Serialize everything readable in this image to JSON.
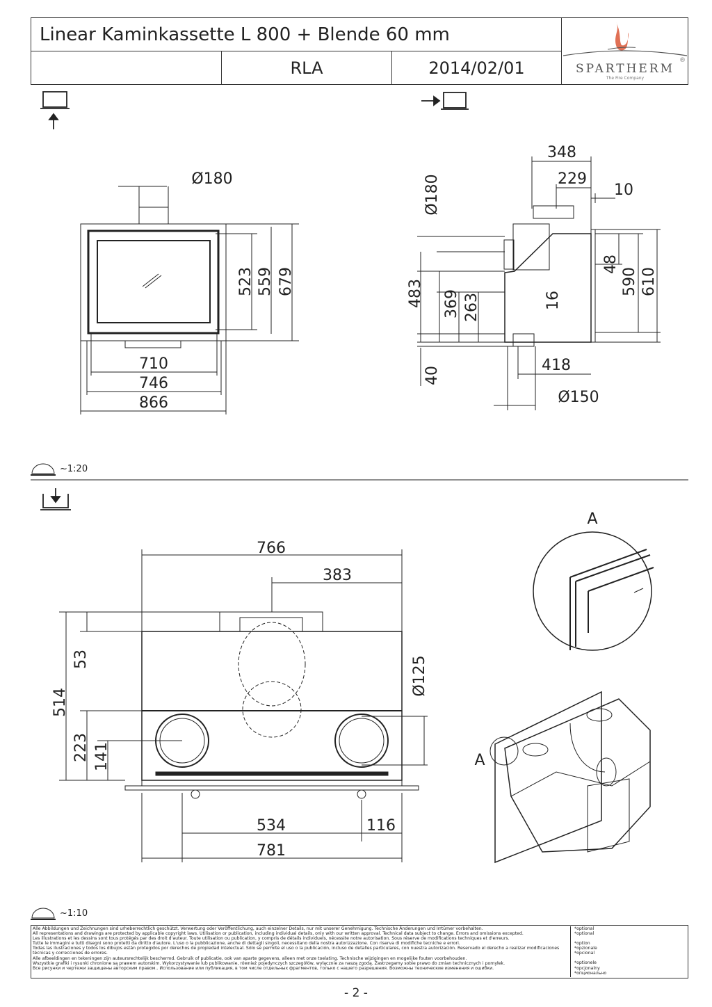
{
  "header": {
    "title": "Linear Kaminkassette L 800 + Blende 60 mm",
    "code": "RLA",
    "date": "2014/02/01"
  },
  "logo": {
    "brand": "SPARTHERM",
    "registered": "®",
    "tagline": "The Fire Company"
  },
  "front_view": {
    "dims": {
      "diameter_top": "Ø180",
      "d523": "523",
      "d559": "559",
      "d679": "679",
      "d710": "710",
      "d746": "746",
      "d866": "866"
    }
  },
  "side_view": {
    "dims": {
      "d348": "348",
      "d229": "229",
      "d10": "10",
      "diameter_top": "Ø180",
      "d48": "48",
      "d590": "590",
      "d610": "610",
      "d483": "483",
      "d369": "369",
      "d263": "263",
      "d16": "16",
      "d40": "40",
      "d418": "418",
      "diameter_bottom": "Ø150"
    }
  },
  "scale_top": "~1:20",
  "top_view": {
    "dims": {
      "d766": "766",
      "d383": "383",
      "d53": "53",
      "d514": "514",
      "d223": "223",
      "d141": "141",
      "diameter": "Ø125",
      "d534": "534",
      "d116": "116",
      "d781": "781"
    }
  },
  "detail": {
    "label": "A",
    "callout": "A"
  },
  "scale_bottom": "~1:10",
  "footer": {
    "legal": [
      "Alle Abbildungen und Zeichnungen sind urheberrechtlich geschützt. Verwertung oder Veröffentlichung, auch einzelner Details, nur mit unserer Genehmigung. Technische Änderungen und Irrtümer vorbehalten.",
      "All representations and drawings are protected by applicable copyright laws. Utilisation or publication, including individual details, only with our written approval. Technical data subject to change. Errors and omissions excepted.",
      "Les illustrations et les dessins sont tous protégés par des droit d'auteur. Toute utilisation ou publication, y compris de détails individuels, nécessite notre autorisation. Sous réserve de modifications techniques et d'erreurs.",
      "Tutte le immagini e tutti disegni sono protetti da diritto d'autore. L'uso o la pubblicazione, anche di dettagli singoli, necessitano della nostra autorizzazione. Con riserva di modifiche tecniche e errori.",
      "Todas las ilustraciones y todos los dibujos están protegidos por derechos de propiedad intelectual. Sólo se permite el uso o la publicación, incluso de detalles particulares, con nuestra autorización. Reservado el derecho a realizar modificaciones técnicas y correcciones de errores.",
      "Alle afbeeldingen en tekeningen zijn auteursrechtelijk beschermd. Gebruik of publicatie, ook van aparte gegevens, alleen met onze toelating. Technische wijzigingen en mogelijke fouten voorbehouden.",
      "Wszystkie grafiki i rysunki chronione są prawem autorskim. Wykorzystywanie lub publikowanie, również pojedynczych szczegółów, wyłącznie za naszą zgodą. Zastrzegamy sobie prawo do zmian technicznych i pomyłek.",
      "Все рисунки и чертежи защищены авторским правом.. Использование или публикация, в том числе отдельных фрагментов, только с нашего разрешения. Возможны технические изменения и ошибки."
    ],
    "optional": [
      "*optional",
      "*optional",
      "*option",
      "*opzionale",
      "*opcional",
      "*optionele",
      "*opcjonalny",
      "*опционально"
    ]
  },
  "page_number": "- 2 -"
}
